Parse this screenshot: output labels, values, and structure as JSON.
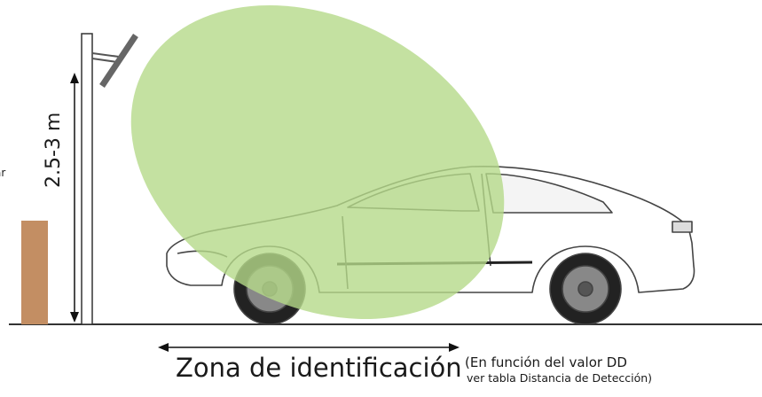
{
  "labels": {
    "height": "2.5-3 m",
    "zone": "Zona de identificación",
    "note_line1": "(En función del valor DD",
    "note_line2": "ver tabla Distancia de Detección)",
    "cut_text": "ar"
  },
  "colors": {
    "detection_zone": "#b5d98a",
    "bollard": "#c38e63",
    "camera": "#666666",
    "pole": "#333333",
    "car_outline": "#444444",
    "ground": "#333333"
  },
  "icons": [
    "camera-icon",
    "car-icon",
    "bollard-icon"
  ]
}
